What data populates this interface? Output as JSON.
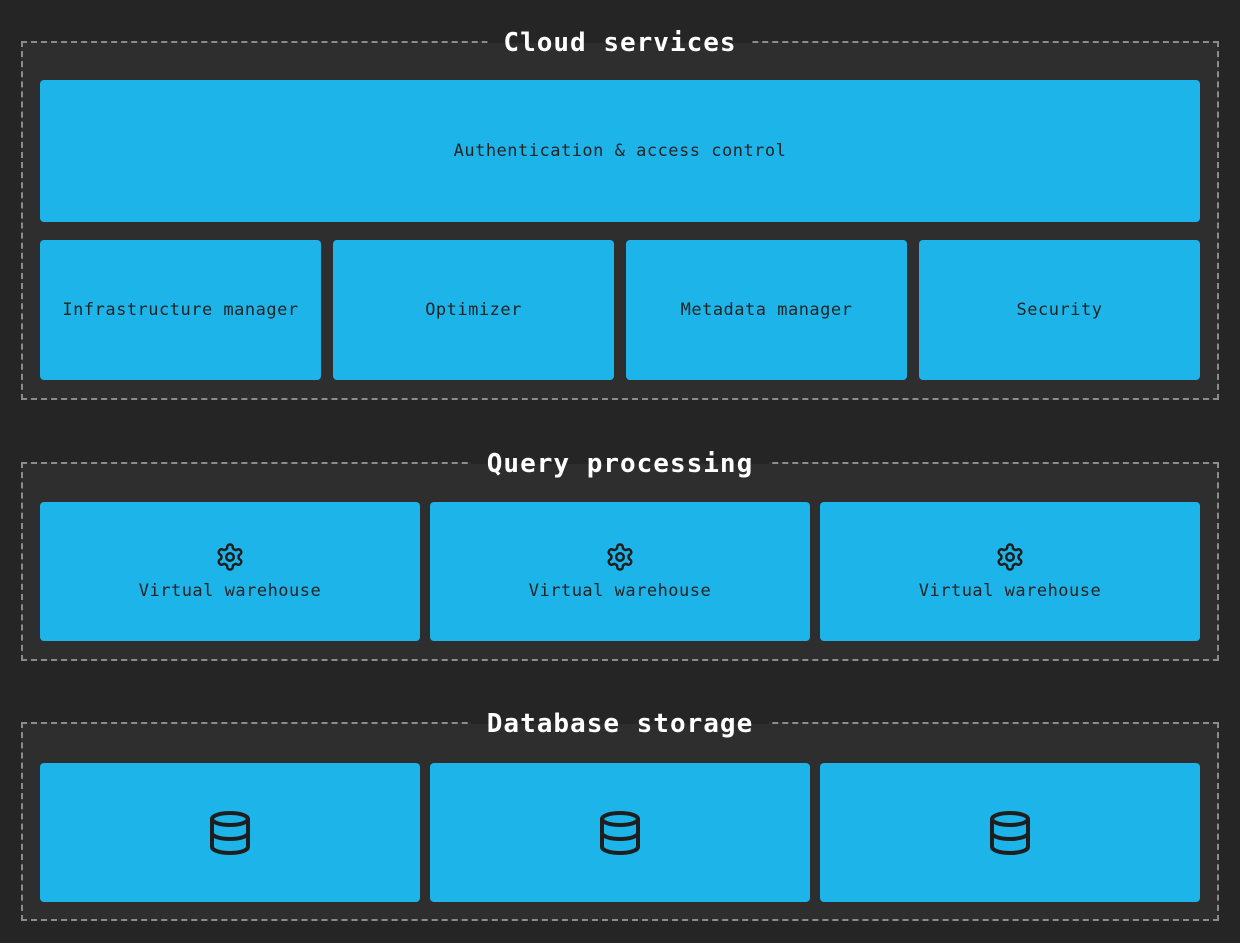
{
  "theme": {
    "page_background": "#252525",
    "section_background": "#2e2e2e",
    "dashed_border_color": "#8c8c8c",
    "box_color": "#1cb4e9",
    "box_text_color": "#242424",
    "title_color": "#ffffff",
    "icon_stroke_color": "#1e1e1e"
  },
  "sections": [
    {
      "title": "Cloud services",
      "auth_box": {
        "label": "Authentication & access control"
      },
      "row_boxes": [
        {
          "label": "Infrastructure manager"
        },
        {
          "label": "Optimizer"
        },
        {
          "label": "Metadata manager"
        },
        {
          "label": "Security"
        }
      ]
    },
    {
      "title": "Query processing",
      "warehouses": [
        {
          "icon": "gear-icon",
          "label": "Virtual warehouse"
        },
        {
          "icon": "gear-icon",
          "label": "Virtual warehouse"
        },
        {
          "icon": "gear-icon",
          "label": "Virtual warehouse"
        }
      ]
    },
    {
      "title": "Database storage",
      "databases": [
        {
          "icon": "database-icon"
        },
        {
          "icon": "database-icon"
        },
        {
          "icon": "database-icon"
        }
      ]
    }
  ]
}
